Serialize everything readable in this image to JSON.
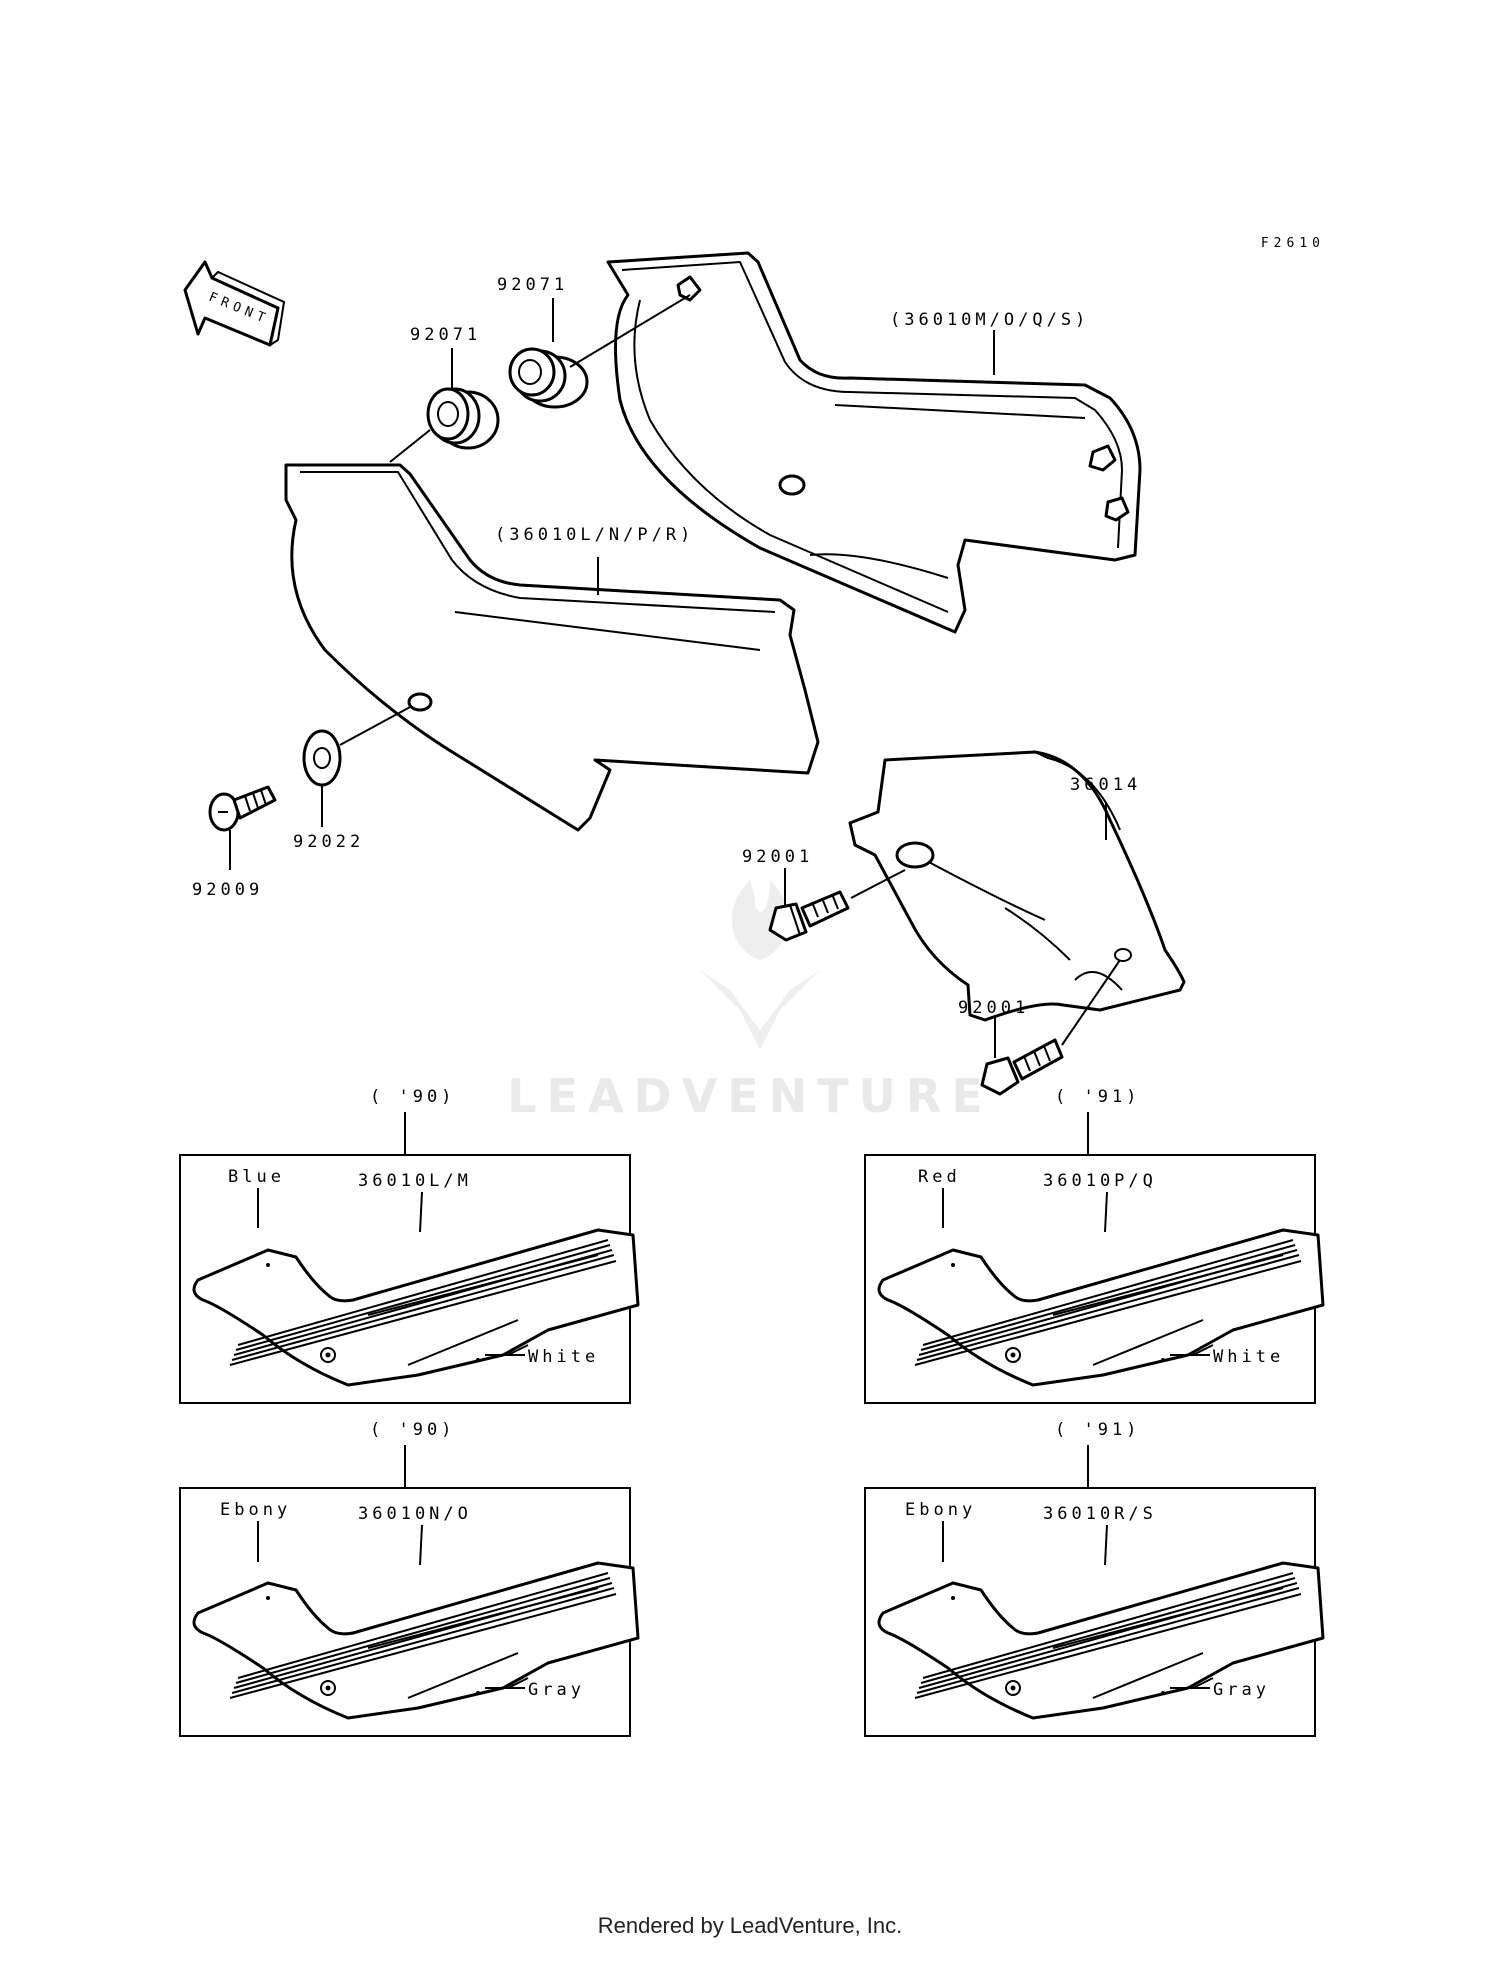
{
  "diagram_code": "F2610",
  "front_label": "FRONT",
  "watermark": "LEADVENTURE",
  "footer": "Rendered by LeadVenture, Inc.",
  "callouts": {
    "grommet_a": "92071",
    "grommet_b": "92071",
    "cover_right_set": "(36010M/O/Q/S)",
    "cover_left_set": "(36010L/N/P/R)",
    "collar": "92022",
    "screw": "92009",
    "chain_cover": "36014",
    "bolt_upper": "92001",
    "bolt_lower": "92001"
  },
  "variants": [
    {
      "year": "( '90)",
      "part": "36010L/M",
      "main_color": "Blue",
      "accent_color": "White"
    },
    {
      "year": "( '91)",
      "part": "36010P/Q",
      "main_color": "Red",
      "accent_color": "White"
    },
    {
      "year": "( '90)",
      "part": "36010N/O",
      "main_color": "Ebony",
      "accent_color": "Gray"
    },
    {
      "year": "( '91)",
      "part": "36010R/S",
      "main_color": "Ebony",
      "accent_color": "Gray"
    }
  ]
}
